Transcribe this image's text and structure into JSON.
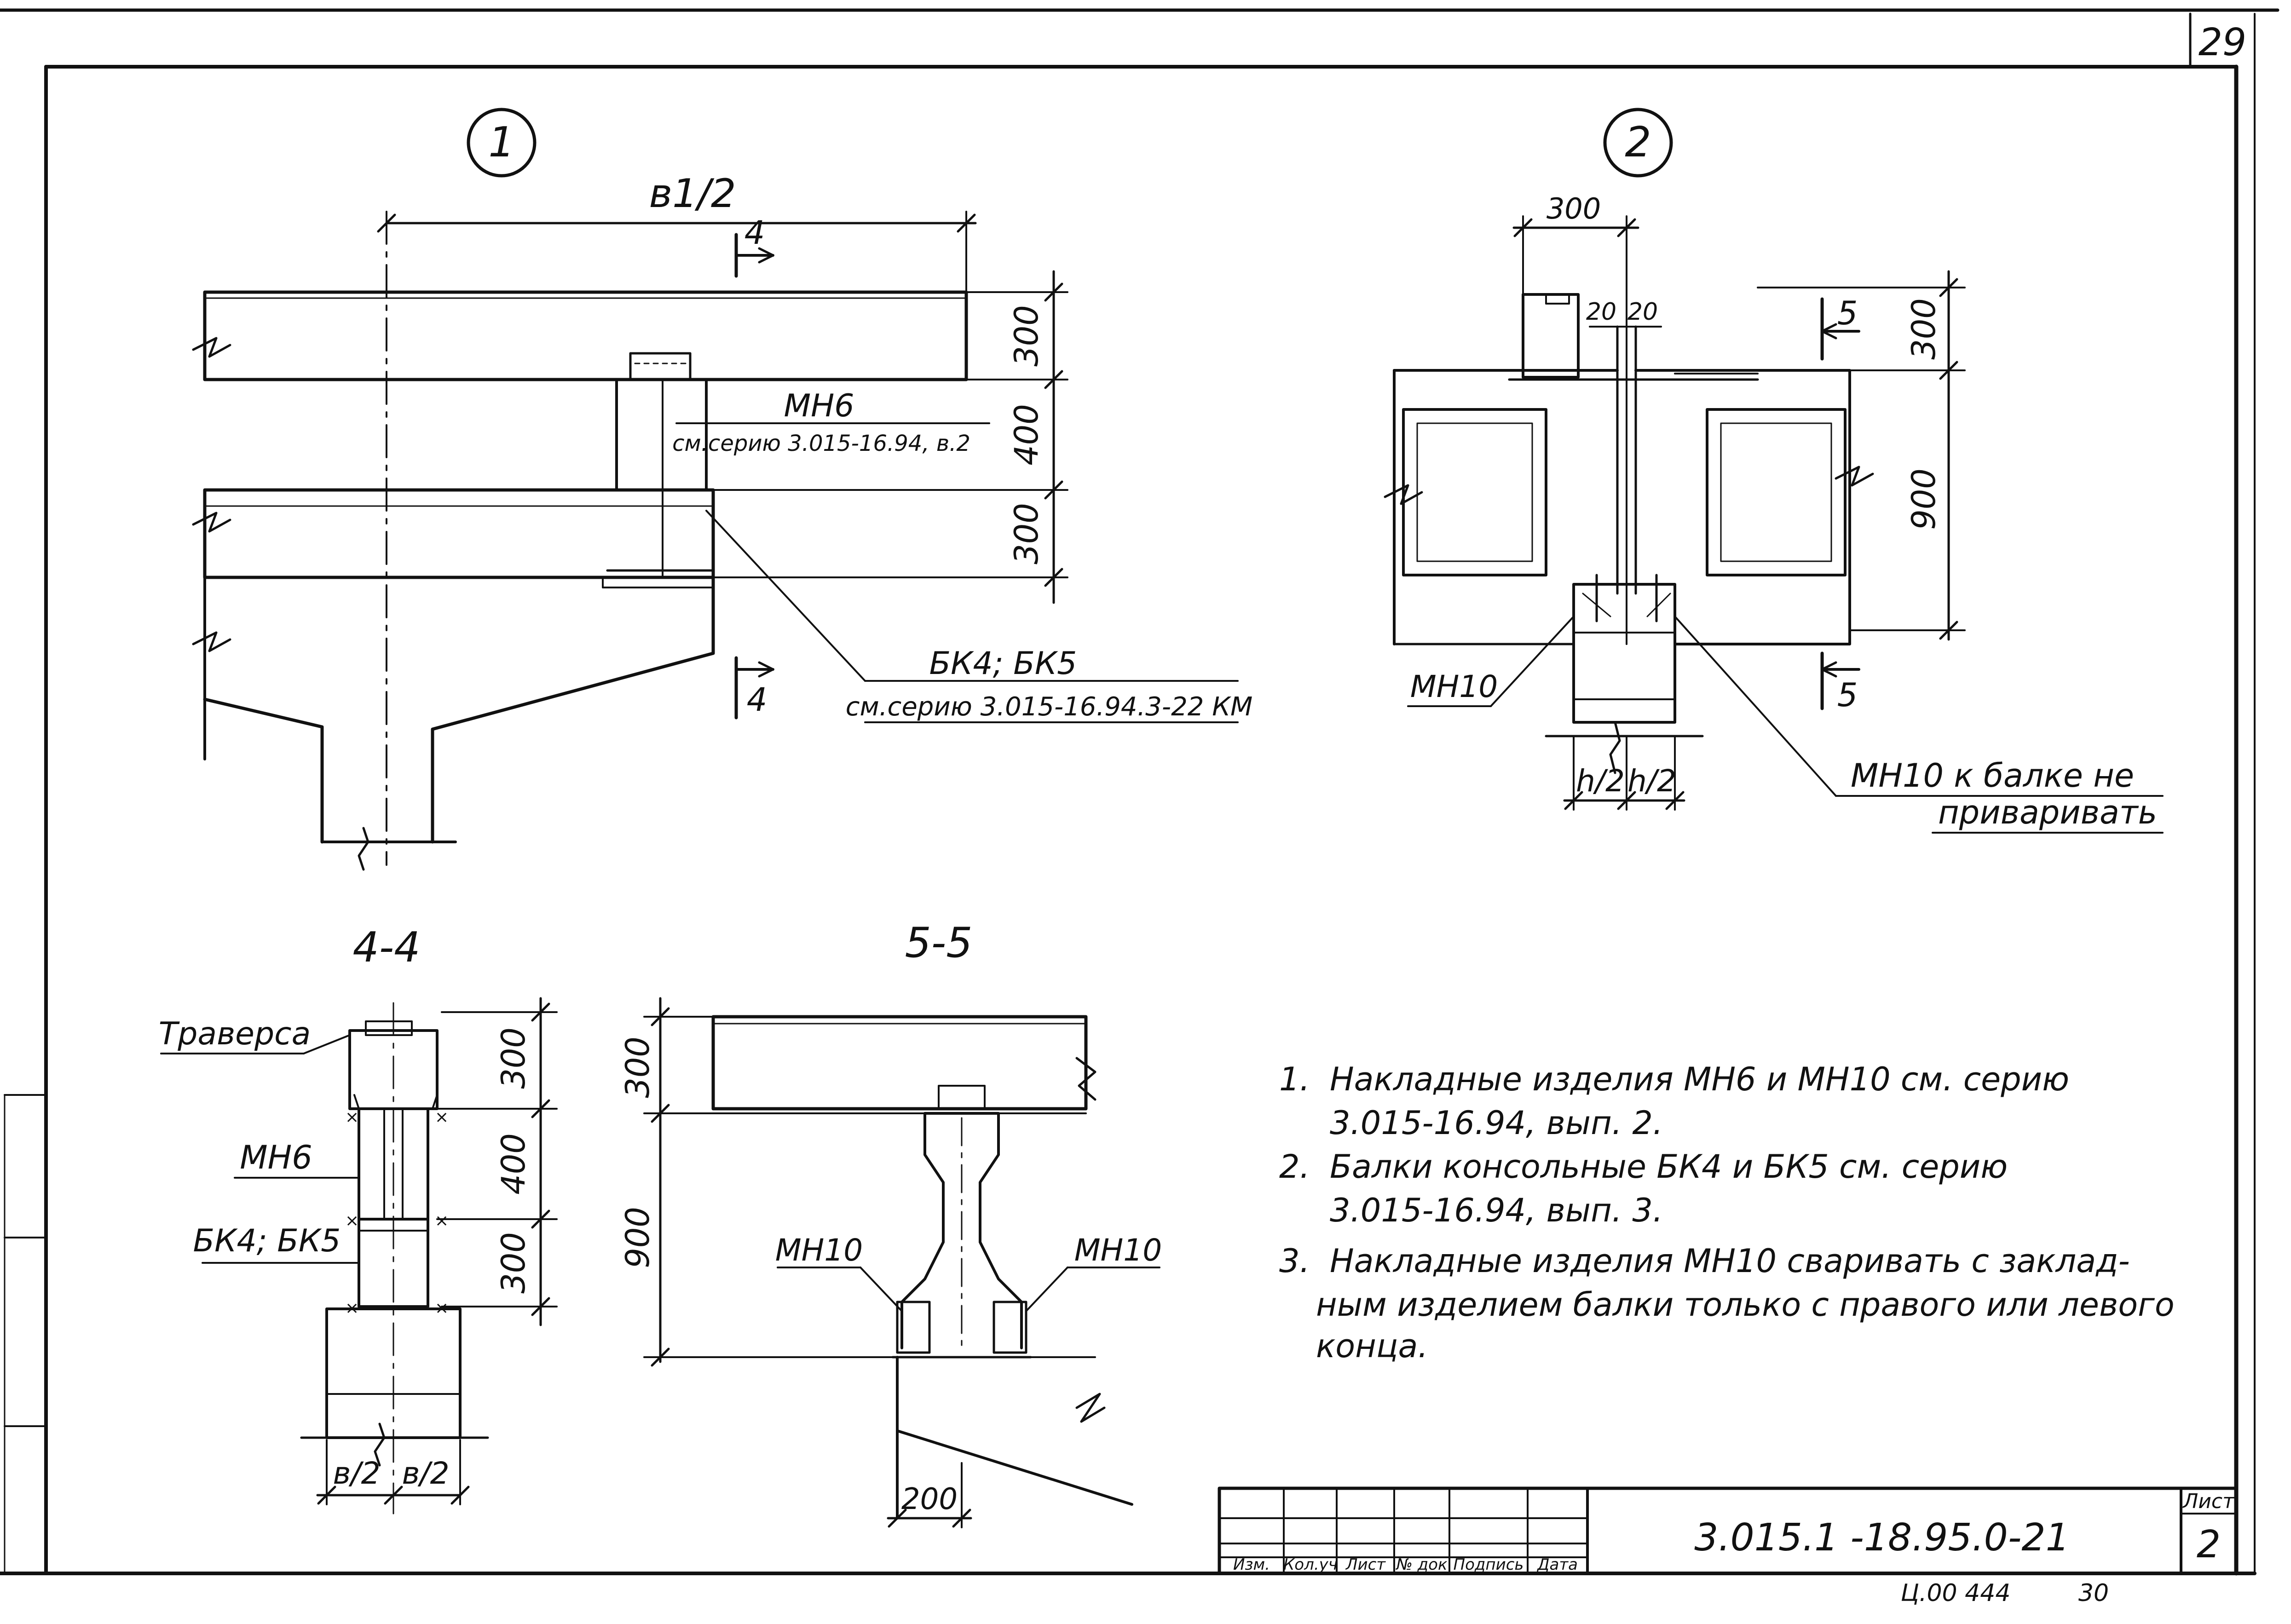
{
  "sheet_number": "29",
  "node1": {
    "marker": "1",
    "width_label": "в1/2",
    "section_mark": "4",
    "dims": [
      "300",
      "400",
      "300"
    ],
    "mn6_label": "МН6",
    "mn6_ref": "см.серию 3.015-16.94, в.2",
    "bk_label": "БК4; БК5",
    "bk_ref": "см.серию 3.015-16.94.3-22 КМ"
  },
  "node2": {
    "marker": "2",
    "top_dim": "300",
    "gap_dims": [
      "20",
      "20"
    ],
    "section_mark": "5",
    "dims": [
      "300",
      "900"
    ],
    "mn10_label": "МН10",
    "half_dims": [
      "h/2",
      "h/2"
    ],
    "note_line1": "МН10 к балке не",
    "note_line2": "приваривать"
  },
  "section44": {
    "title": "4-4",
    "traverse_label": "Траверса",
    "mn6_label": "МН6",
    "bk_label": "БК4; БК5",
    "dims": [
      "300",
      "400",
      "300"
    ],
    "half_dims": [
      "в/2",
      "в/2"
    ]
  },
  "section55": {
    "title": "5-5",
    "dims": [
      "300",
      "900"
    ],
    "mn10_left": "МН10",
    "mn10_right": "МН10",
    "bottom_dim": "200"
  },
  "notes": [
    {
      "num": "1.",
      "line1": "Накладные изделия  МН6 и МН10 см. серию",
      "line2": "3.015-16.94, вып. 2."
    },
    {
      "num": "2.",
      "line1": "Балки консольные БК4 и БК5 см. серию",
      "line2": "3.015-16.94, вып. 3."
    },
    {
      "num": "3.",
      "line1": "Накладные изделия МН10 сваривать с заклад-",
      "line2": "ным изделием балки  только с правого или левого",
      "line3": "конца."
    }
  ],
  "title_block": {
    "headers": [
      "Изм.",
      "Кол.уч",
      "Лист",
      "№ док",
      "Подпись",
      "Дата"
    ],
    "doc_code": "3.015.1 -18.95.0-21",
    "sheet_label": "Лист",
    "sheet_value": "2"
  },
  "stamp_number": "Ц.00 444",
  "stamp_page": "30"
}
